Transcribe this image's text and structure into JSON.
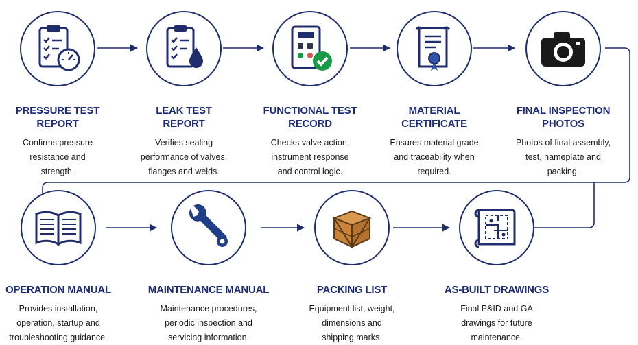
{
  "row1": [
    {
      "title_l1": "PRESSURE TEST",
      "title_l2": "REPORT",
      "desc_l1": "Confirms pressure",
      "desc_l2": "resistance and",
      "desc_l3": "strength.",
      "icon": "clipboard-gauge-icon"
    },
    {
      "title_l1": "LEAK TEST",
      "title_l2": "REPORT",
      "desc_l1": "Verifies sealing",
      "desc_l2": "performance of valves,",
      "desc_l3": "flanges and welds.",
      "icon": "clipboard-drop-icon"
    },
    {
      "title_l1": "FUNCTIONAL TEST",
      "title_l2": "RECORD",
      "desc_l1": "Checks valve action,",
      "desc_l2": "instrument response",
      "desc_l3": "and control logic.",
      "icon": "control-panel-check-icon"
    },
    {
      "title_l1": "MATERIAL",
      "title_l2": "CERTIFICATE",
      "desc_l1": "Ensures material grade",
      "desc_l2": "and traceability when",
      "desc_l3": "required.",
      "icon": "certificate-icon"
    },
    {
      "title_l1": "FINAL INSPECTION",
      "title_l2": "PHOTOS",
      "desc_l1": "Photos of final assembly,",
      "desc_l2": "test, nameplate and",
      "desc_l3": "packing.",
      "icon": "camera-icon"
    }
  ],
  "row2": [
    {
      "title_l1": "OPERATION MANUAL",
      "desc_l1": "Provides installation,",
      "desc_l2": "operation, startup and",
      "desc_l3": "troubleshooting guidance.",
      "icon": "open-book-icon"
    },
    {
      "title_l1": "MAINTENANCE MANUAL",
      "desc_l1": "Maintenance procedures,",
      "desc_l2": "periodic inspection and",
      "desc_l3": "servicing information.",
      "icon": "wrench-icon"
    },
    {
      "title_l1": "PACKING LIST",
      "desc_l1": "Equipment list, weight,",
      "desc_l2": "dimensions and",
      "desc_l3": "shipping marks.",
      "icon": "wooden-crate-icon"
    },
    {
      "title_l1": "AS-BUILT DRAWINGS",
      "desc_l1": "Final P&ID and GA",
      "desc_l2": "drawings for future",
      "desc_l3": "maintenance.",
      "icon": "blueprint-icon"
    }
  ],
  "colors": {
    "navy": "#1c2a78",
    "outline": "#1f2d6e",
    "check_green": "#1a9c46",
    "crate_brown": "#c8843a",
    "ribbon_blue": "#2f54a8"
  }
}
